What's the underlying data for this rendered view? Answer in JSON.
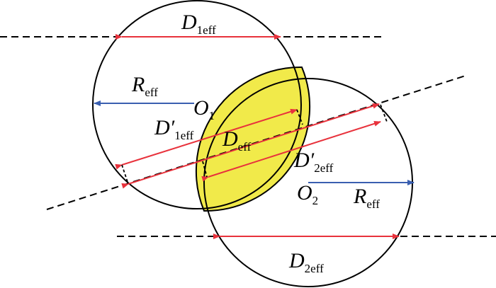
{
  "colors": {
    "arrow_red": "#e8323c",
    "arrow_blue": "#3a5fb0",
    "overlap_fill": "#f1ea4a",
    "outline": "#000000"
  },
  "labels": {
    "d1eff_main": "D",
    "d1eff_sub": "1eff",
    "reff1_main": "R",
    "reff1_sub": "eff",
    "o1_main": "O",
    "o1_sub": "1",
    "d1p_main": "D",
    "d1p_prime": "′",
    "d1p_sub": "1eff",
    "deff_main": "D",
    "deff_sub": "eff",
    "d2p_main": "D",
    "d2p_prime": "′",
    "d2p_sub": "2eff",
    "o2_main": "O",
    "o2_sub": "2",
    "reff2_main": "R",
    "reff2_sub": "eff",
    "d2eff_main": "D",
    "d2eff_sub": "2eff"
  }
}
